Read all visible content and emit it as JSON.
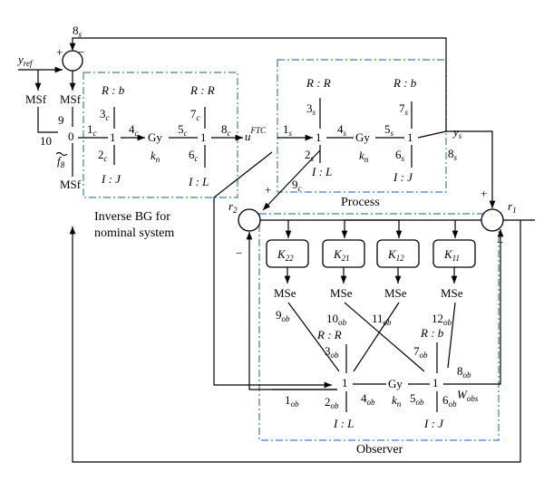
{
  "regions": {
    "inverse_caption_1": "Inverse BG for",
    "inverse_caption_2": "nominal system",
    "process_caption": "Process",
    "observer_caption": "Observer"
  },
  "signals": {
    "y_ref": "y",
    "y_ref_sub": "ref",
    "plus": "+",
    "minus": "−",
    "f8": "f",
    "f8_sub": "8",
    "u": "u",
    "u_sup": "FTC",
    "ys": "y",
    "ys_sub": "s",
    "r1": "r",
    "r1_sub": "1",
    "r2": "r",
    "r2_sub": "2",
    "wobs": "W",
    "wobs_sub": "obs"
  },
  "sources": {
    "msf": "MSf",
    "mse": "MSe"
  },
  "junctions": {
    "zero": "0",
    "one": "1"
  },
  "elements": {
    "gy": "Gy",
    "kn": "k",
    "kn_sub": "n",
    "r_b": "R : b",
    "r_r": "R : R",
    "i_j": "I : J",
    "i_l": "I : L"
  },
  "gains": [
    {
      "k": "K",
      "sub": "22"
    },
    {
      "k": "K",
      "sub": "21"
    },
    {
      "k": "K",
      "sub": "12"
    },
    {
      "k": "K",
      "sub": "11"
    }
  ],
  "bond_labels": {
    "s8_top": {
      "n": "8",
      "s": "s"
    },
    "b9": {
      "n": "9",
      "s": ""
    },
    "b10": {
      "n": "10",
      "s": ""
    },
    "c1": {
      "n": "1",
      "s": "c"
    },
    "c2": {
      "n": "2",
      "s": "c"
    },
    "c3": {
      "n": "3",
      "s": "c"
    },
    "c4": {
      "n": "4",
      "s": "c"
    },
    "c5": {
      "n": "5",
      "s": "c"
    },
    "c6": {
      "n": "6",
      "s": "c"
    },
    "c7": {
      "n": "7",
      "s": "c"
    },
    "c8": {
      "n": "8",
      "s": "c"
    },
    "c9": {
      "n": "9",
      "s": "c"
    },
    "s1": {
      "n": "1",
      "s": "s"
    },
    "s2": {
      "n": "2",
      "s": "s"
    },
    "s3": {
      "n": "3",
      "s": "s"
    },
    "s4": {
      "n": "4",
      "s": "s"
    },
    "s5": {
      "n": "5",
      "s": "s"
    },
    "s6": {
      "n": "6",
      "s": "s"
    },
    "s7": {
      "n": "7",
      "s": "s"
    },
    "s8": {
      "n": "8",
      "s": "s"
    },
    "ob1": {
      "n": "1",
      "s": "ob"
    },
    "ob2": {
      "n": "2",
      "s": "ob"
    },
    "ob3": {
      "n": "3",
      "s": "ob"
    },
    "ob4": {
      "n": "4",
      "s": "ob"
    },
    "ob5": {
      "n": "5",
      "s": "ob"
    },
    "ob6": {
      "n": "6",
      "s": "ob"
    },
    "ob7": {
      "n": "7",
      "s": "ob"
    },
    "ob8": {
      "n": "8",
      "s": "ob"
    },
    "ob9": {
      "n": "9",
      "s": "ob"
    },
    "ob10": {
      "n": "10",
      "s": "ob"
    },
    "ob11": {
      "n": "11",
      "s": "ob"
    },
    "ob12": {
      "n": "12",
      "s": "ob"
    }
  },
  "colors": {
    "region_border": "#3a7fc0",
    "line": "#000000"
  }
}
